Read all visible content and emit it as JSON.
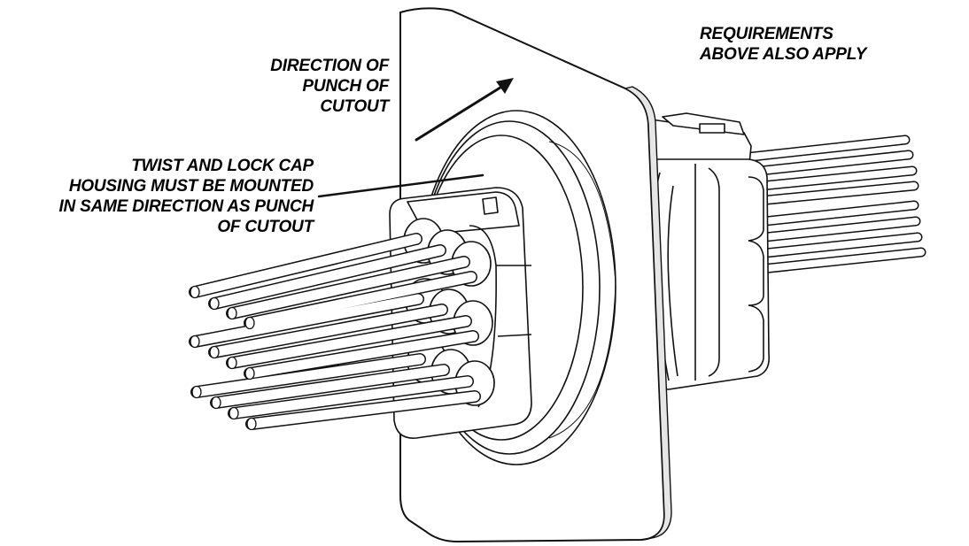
{
  "annotations": {
    "direction": [
      "DIRECTION OF",
      "PUNCH OF",
      "CUTOUT"
    ],
    "twist": [
      "TWIST AND LOCK CAP",
      "HOUSING MUST BE MOUNTED",
      "IN SAME DIRECTION AS PUNCH",
      "OF CUTOUT"
    ],
    "requirements": [
      "REQUIREMENTS",
      "ABOVE ALSO APPLY"
    ]
  },
  "colors": {
    "line": "#111111",
    "paper": "#ffffff",
    "shade": "#e6e6e6"
  }
}
